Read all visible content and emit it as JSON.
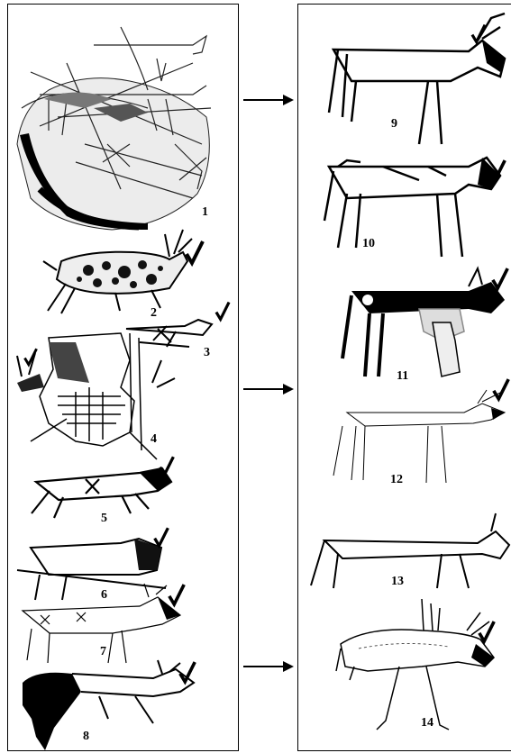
{
  "figures": {
    "left": [
      {
        "id": "fig-1",
        "label": "1"
      },
      {
        "id": "fig-2",
        "label": "2"
      },
      {
        "id": "fig-3",
        "label": "3"
      },
      {
        "id": "fig-4",
        "label": "4"
      },
      {
        "id": "fig-5",
        "label": "5"
      },
      {
        "id": "fig-6",
        "label": "6"
      },
      {
        "id": "fig-7",
        "label": "7"
      },
      {
        "id": "fig-8",
        "label": "8"
      }
    ],
    "right": [
      {
        "id": "fig-9",
        "label": "9"
      },
      {
        "id": "fig-10",
        "label": "10"
      },
      {
        "id": "fig-11",
        "label": "11"
      },
      {
        "id": "fig-12",
        "label": "12"
      },
      {
        "id": "fig-13",
        "label": "13"
      },
      {
        "id": "fig-14",
        "label": "14"
      }
    ]
  },
  "marks": {
    "check_icon": "checkmark-icon"
  }
}
